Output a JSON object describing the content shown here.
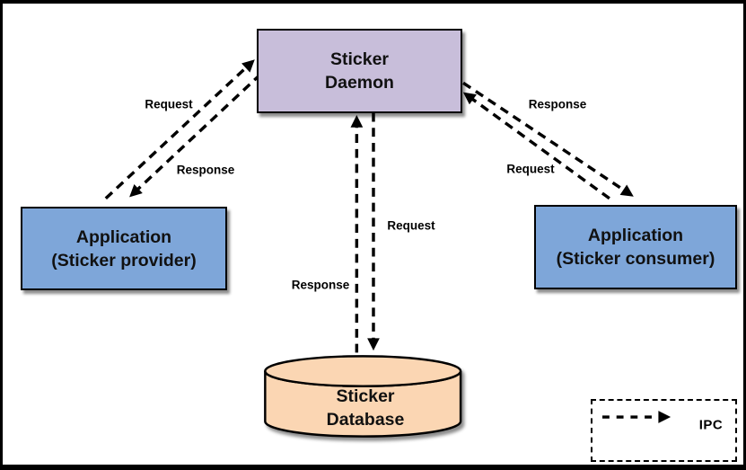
{
  "colors": {
    "daemon_fill": "#C8BEDA",
    "app_fill": "#7EA6D9",
    "database_fill": "#FBD6B3",
    "stroke": "#000000",
    "background": "#FFFFFF"
  },
  "nodes": {
    "daemon": {
      "lines": [
        "Sticker",
        "Daemon"
      ]
    },
    "provider": {
      "lines": [
        "Application",
        "(Sticker provider)"
      ]
    },
    "consumer": {
      "lines": [
        "Application",
        "(Sticker consumer)"
      ]
    },
    "database": {
      "lines": [
        "Sticker",
        "Database"
      ]
    }
  },
  "edges": [
    {
      "id": "provider-request",
      "from": "provider",
      "to": "daemon",
      "label": "Request"
    },
    {
      "id": "provider-response",
      "from": "daemon",
      "to": "provider",
      "label": "Response"
    },
    {
      "id": "consumer-request",
      "from": "consumer",
      "to": "daemon",
      "label": "Request"
    },
    {
      "id": "consumer-response",
      "from": "daemon",
      "to": "consumer",
      "label": "Response"
    },
    {
      "id": "db-request",
      "from": "daemon",
      "to": "database",
      "label": "Request"
    },
    {
      "id": "db-response",
      "from": "database",
      "to": "daemon",
      "label": "Response"
    }
  ],
  "legend": {
    "label": "IPC"
  }
}
